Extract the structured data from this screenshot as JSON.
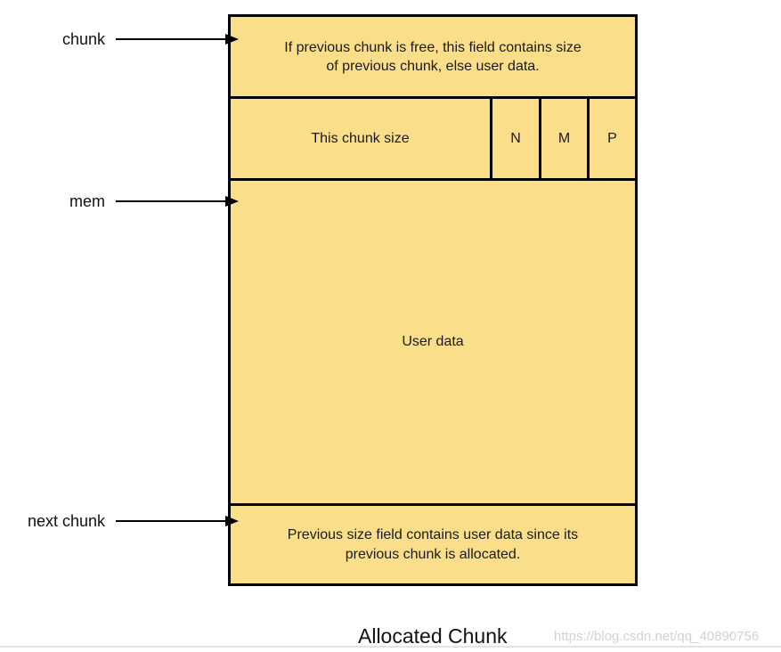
{
  "diagram": {
    "pointers": [
      {
        "label": "chunk"
      },
      {
        "label": "mem"
      },
      {
        "label": "next chunk"
      }
    ],
    "box": {
      "prev_size_field": {
        "lines": [
          "If previous chunk is free, this field contains size",
          "of previous chunk, else user data."
        ]
      },
      "size_row": {
        "label": "This chunk size",
        "flags": [
          "N",
          "M",
          "P"
        ]
      },
      "user_data": "User data",
      "next_prev_size_field": {
        "lines": [
          "Previous size field contains user data since its",
          "previous chunk is allocated."
        ]
      }
    },
    "caption": "Allocated Chunk",
    "watermark": "https://blog.csdn.net/qq_40890756",
    "colors": {
      "box_fill": "#FBDE8A",
      "box_border": "#000000",
      "text": "#1a1a1a",
      "watermark_text": "#d2d2d2",
      "bottom_rule": "#e2e5e6"
    }
  }
}
